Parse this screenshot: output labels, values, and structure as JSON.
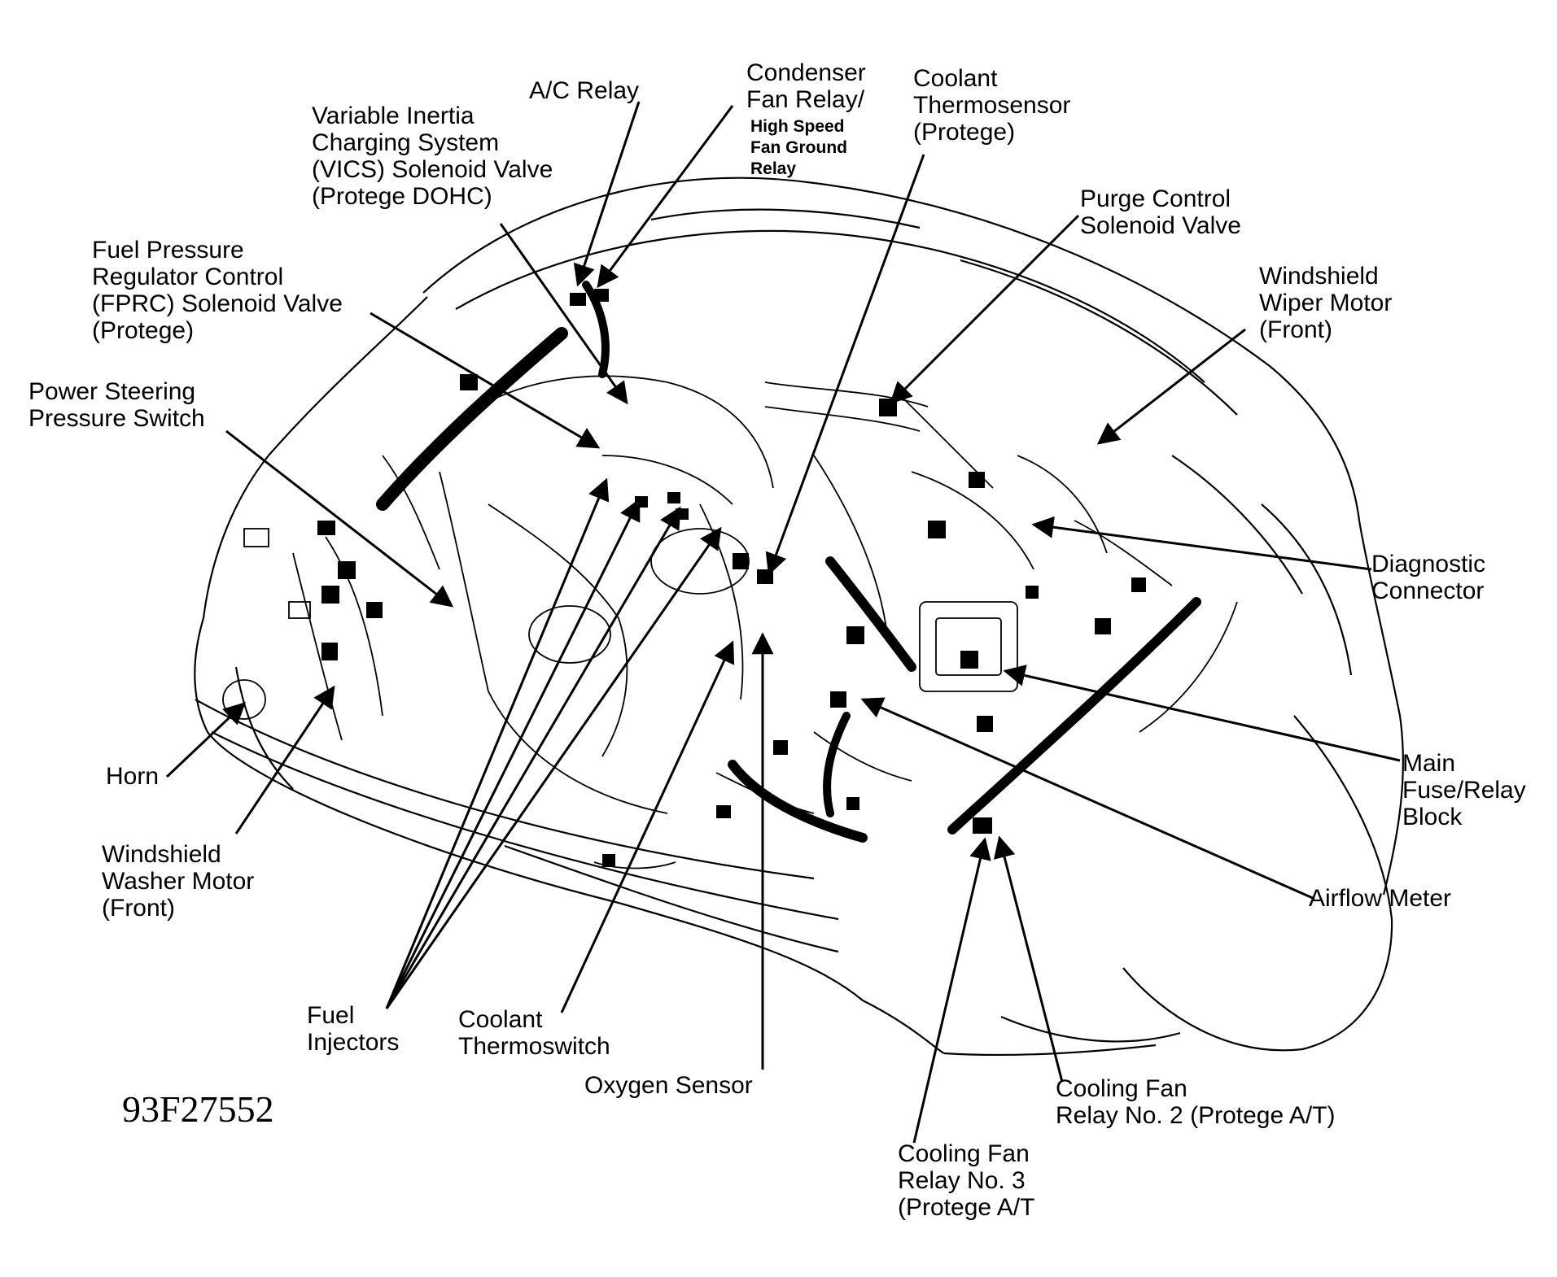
{
  "labels": {
    "ac_relay": [
      "A/C Relay"
    ],
    "condenser_fan_relay": [
      "Condenser",
      "Fan Relay/"
    ],
    "high_speed_fan_ground_relay": [
      "High Speed",
      "Fan Ground",
      "Relay"
    ],
    "coolant_thermosensor": [
      "Coolant",
      "Thermosensor",
      "(Protege)"
    ],
    "vics_solenoid_valve": [
      "Variable Inertia",
      "Charging System",
      "(VICS) Solenoid Valve",
      "(Protege DOHC)"
    ],
    "purge_control_solenoid_valve": [
      "Purge Control",
      "Solenoid Valve"
    ],
    "fprc_solenoid_valve": [
      "Fuel Pressure",
      "Regulator Control",
      "(FPRC) Solenoid Valve",
      "(Protege)"
    ],
    "windshield_wiper_motor": [
      "Windshield",
      "Wiper Motor",
      "(Front)"
    ],
    "power_steering_pressure_switch": [
      "Power Steering",
      "Pressure Switch"
    ],
    "diagnostic_connector": [
      "Diagnostic",
      "Connector"
    ],
    "main_fuse_relay_block": [
      "Main",
      "Fuse/Relay",
      "Block"
    ],
    "horn": [
      "Horn"
    ],
    "windshield_washer_motor": [
      "Windshield",
      "Washer Motor",
      "(Front)"
    ],
    "airflow_meter": [
      "Airflow Meter"
    ],
    "fuel_injectors": [
      "Fuel",
      "Injectors"
    ],
    "coolant_thermoswitch": [
      "Coolant",
      "Thermoswitch"
    ],
    "oxygen_sensor": [
      "Oxygen Sensor"
    ],
    "cooling_fan_relay_2": [
      "Cooling Fan",
      "Relay No. 2 (Protege A/T)"
    ],
    "cooling_fan_relay_3": [
      "Cooling Fan",
      "Relay No. 3",
      "(Protege A/T"
    ]
  },
  "reference_code": "93F27552"
}
